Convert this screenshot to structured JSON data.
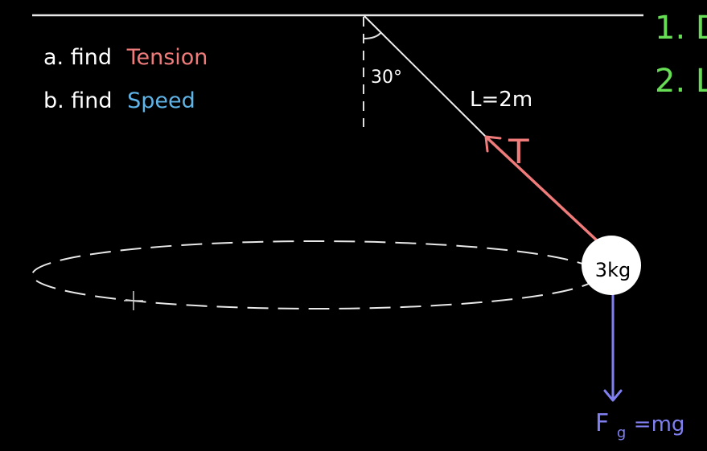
{
  "prompts": {
    "a_prefix": "a. find",
    "a_word": "Tension",
    "b_prefix": "b. find",
    "b_word": "Speed"
  },
  "labels": {
    "angle": "30°",
    "length": "L=2m",
    "tension": "T",
    "mass": "3kg",
    "gravity_main": "F",
    "gravity_sub": "g",
    "gravity_rest": "=mg"
  },
  "side_notes": [
    "1. D",
    "2. L"
  ],
  "colors": {
    "background": "#000000",
    "chalk": "#ffffff",
    "tension": "#f07b7b",
    "speed": "#5fb3e6",
    "gravity": "#7f7ff0",
    "side_notes": "#66dd55"
  }
}
